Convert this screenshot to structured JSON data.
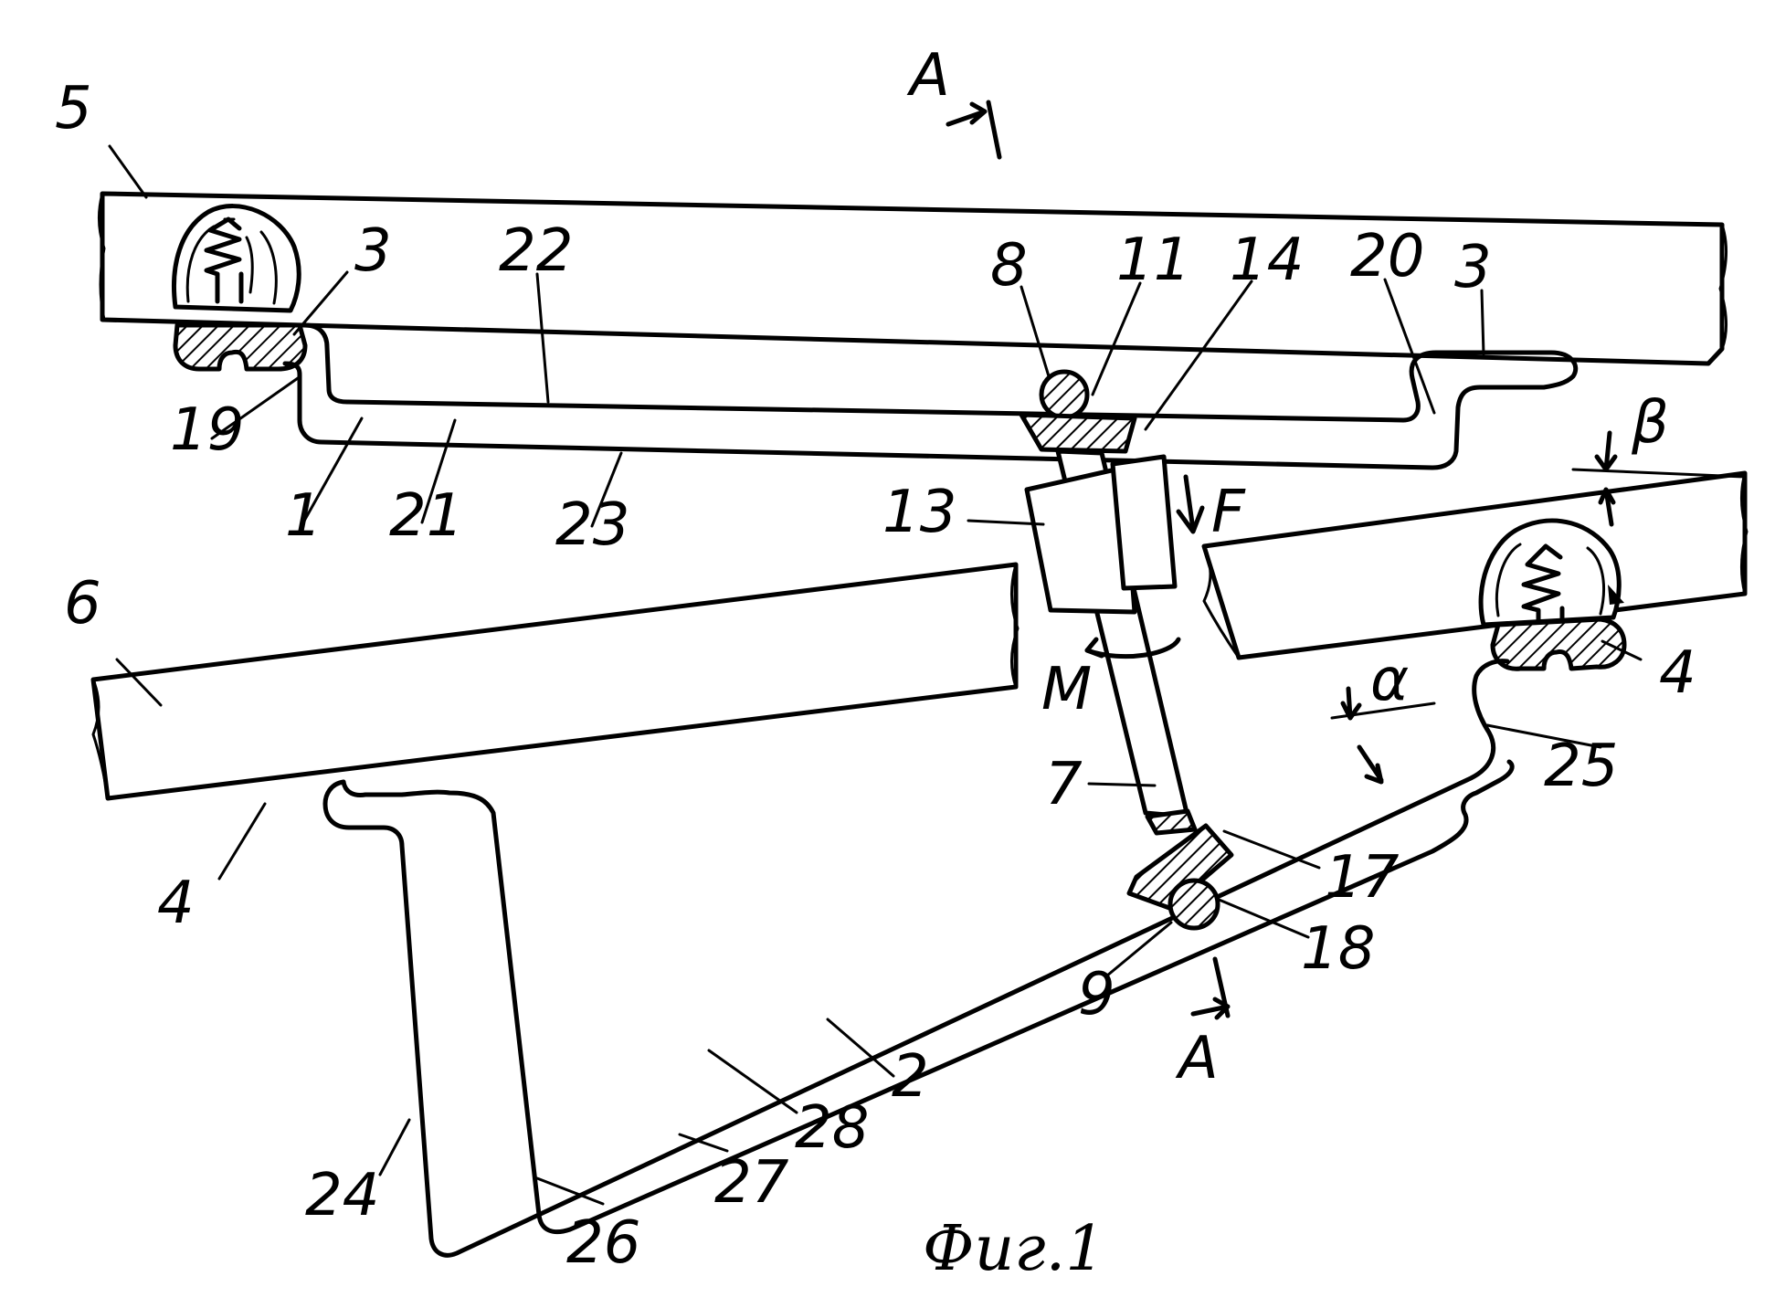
{
  "figure": {
    "caption": "Фиг.1",
    "labels": {
      "l1": "1",
      "l2": "2",
      "l3a": "3",
      "l3b": "3",
      "l4a": "4",
      "l4b": "4",
      "l5": "5",
      "l6": "6",
      "l7": "7",
      "l8": "8",
      "l9": "9",
      "l11": "11",
      "l13": "13",
      "l14": "14",
      "l17": "17",
      "l18": "18",
      "l19": "19",
      "l20": "20",
      "l21": "21",
      "l22": "22",
      "l23": "23",
      "l24": "24",
      "l25": "25",
      "l26": "26",
      "l27": "27",
      "l28": "28",
      "sectionTop": "A",
      "sectionBottom": "A",
      "force": "F",
      "moment": "M",
      "alpha": "α",
      "beta": "β"
    }
  }
}
